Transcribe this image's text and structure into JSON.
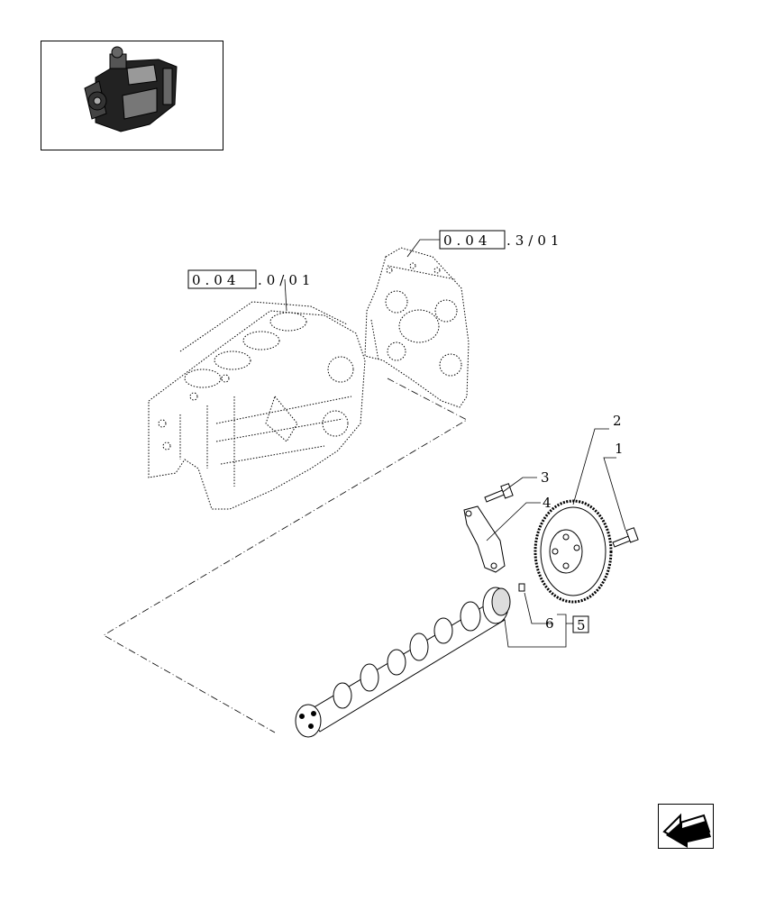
{
  "references": [
    {
      "boxed": "0.04",
      "suffix": ".3/01"
    },
    {
      "boxed": "0.04",
      "suffix": ".0/01"
    }
  ],
  "callouts": [
    {
      "number": "1"
    },
    {
      "number": "2"
    },
    {
      "number": "3"
    },
    {
      "number": "4"
    },
    {
      "number": "6"
    },
    {
      "number": "5"
    }
  ],
  "icons": {
    "thumbnail": "engine-thumbnail-icon",
    "navigation": "next-page-arrow-icon"
  }
}
